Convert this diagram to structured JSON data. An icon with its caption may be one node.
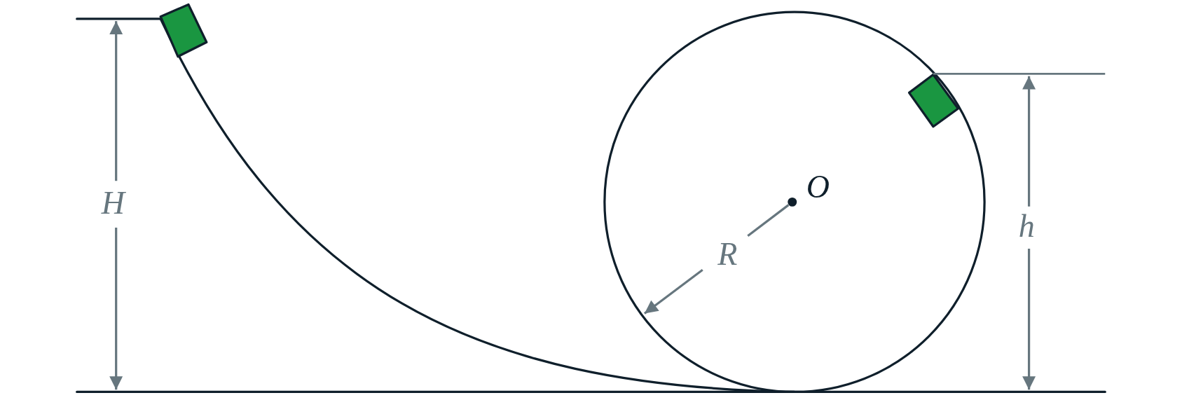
{
  "diagram": {
    "nodes": [
      {
        "text": [],
        "shape": "box"
      },
      {
        "text": [],
        "shape": "box"
      }
    ],
    "labels": [
      "H",
      "O",
      "R",
      "h"
    ]
  }
}
